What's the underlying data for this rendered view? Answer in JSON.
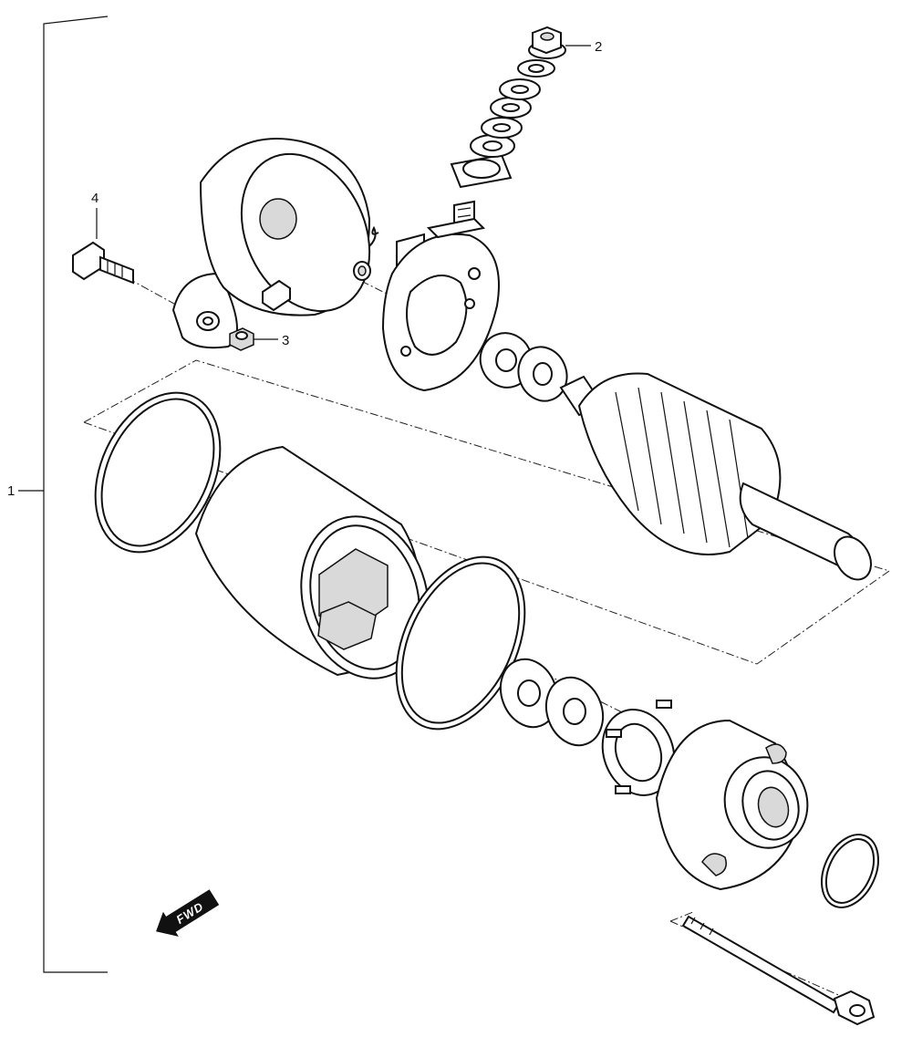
{
  "callouts": {
    "c1": "1",
    "c2": "2",
    "c3": "3",
    "c4": "4"
  },
  "direction": {
    "label": "FWD",
    "icon": "arrow-icon"
  },
  "colors": {
    "line": "#111111",
    "background": "#ffffff",
    "shade": "#d9d9d9"
  }
}
